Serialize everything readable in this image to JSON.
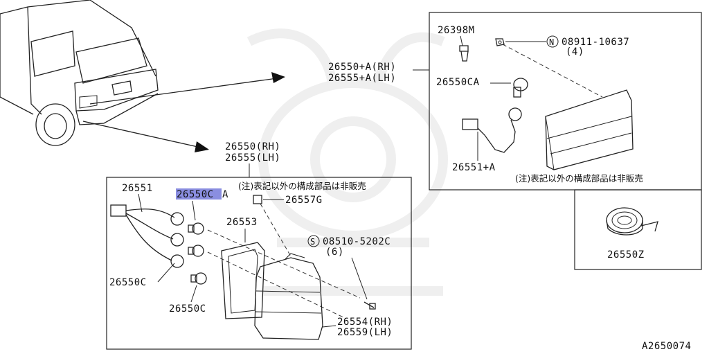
{
  "diagram_id": "A2650074",
  "vehicle": {
    "arrow_upper_label": "26550+A(RH)",
    "arrow_upper_label_2": "26555+A(LH)"
  },
  "upper_box": {
    "p_26398m": "26398M",
    "p_08911": "08911-10637",
    "p_08911_qty": "(4)",
    "p_08911_symbol": "N",
    "p_26550ca": "26550CA",
    "p_26551a": "26551+A",
    "note": "(注)表記以外の構成部品は非販売"
  },
  "side_box": {
    "p_26550z": "26550Z"
  },
  "main_box": {
    "assy_rh": "26550(RH)",
    "assy_lh": "26555(LH)",
    "note": "(注)表記以外の構成部品は非販売",
    "p_26551": "26551",
    "p_26550ca_highlight": "26550C",
    "p_26550ca_suffix": "A",
    "p_26557g": "26557G",
    "p_26553": "26553",
    "p_08510": "08510-5202C",
    "p_08510_qty": "(6)",
    "p_08510_symbol": "S",
    "p_26550c_1": "26550C",
    "p_26550c_2": "26550C",
    "p_26554": "26554(RH)",
    "p_26559": "26559(LH)"
  },
  "colors": {
    "highlight": "#8a8ee0",
    "line": "#222222",
    "watermark": "#e6e6e6"
  }
}
